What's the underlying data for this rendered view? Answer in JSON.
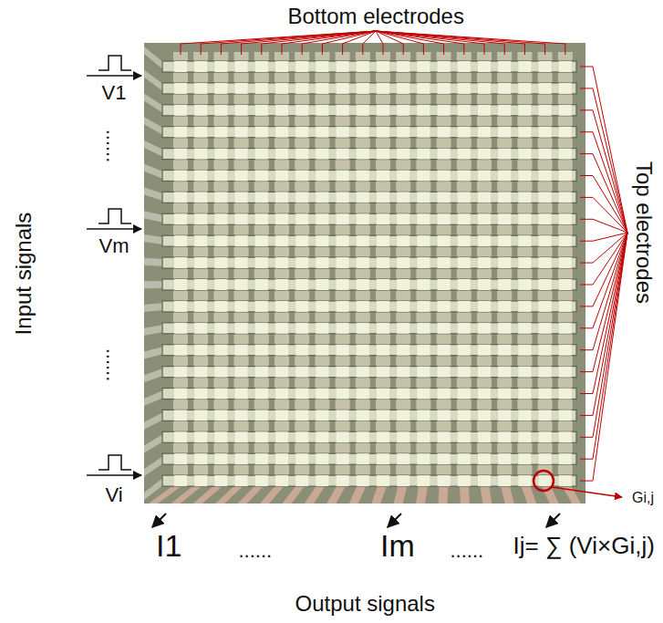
{
  "diagram": {
    "labels": [
      "Bottom electrodes",
      "V1",
      "......",
      "Vm",
      "......",
      "Vi",
      "Input signals",
      "Top electrodes",
      "Gi,j",
      "I1",
      "......",
      "Im",
      "......",
      "Ij= ∑ (Vi×Gi,j)",
      "Output signals"
    ]
  }
}
